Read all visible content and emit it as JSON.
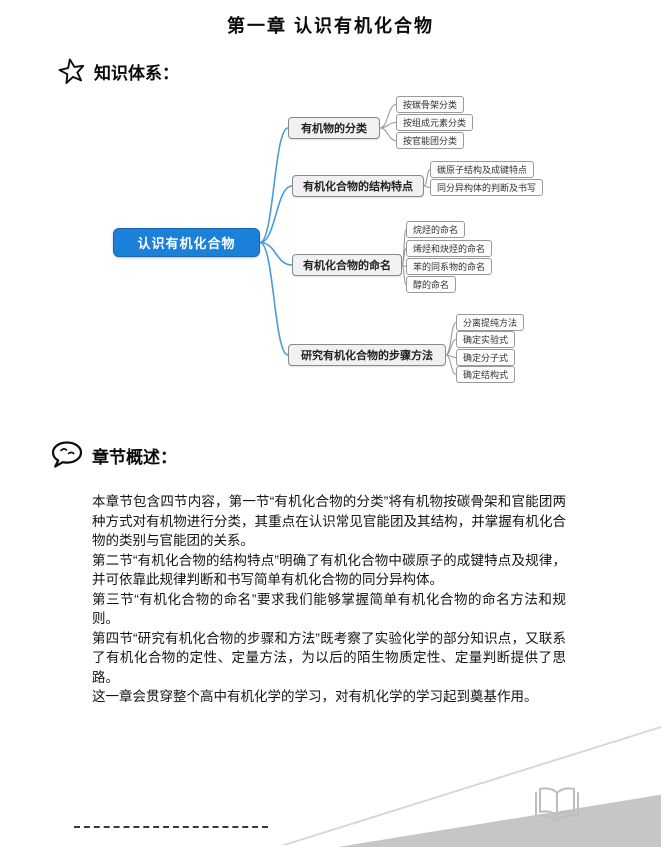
{
  "page": {
    "title": "第一章 认识有机化合物"
  },
  "knowledge_section": {
    "heading": "知识体系："
  },
  "mindmap": {
    "root": "认识有机化合物",
    "branches": [
      {
        "label": "有机物的分类",
        "children": [
          "按碳骨架分类",
          "按组成元素分类",
          "按官能团分类"
        ]
      },
      {
        "label": "有机化合物的结构特点",
        "children": [
          "碳原子结构及成键特点",
          "同分异构体的判断及书写"
        ]
      },
      {
        "label": "有机化合物的命名",
        "children": [
          "烷烃的命名",
          "烯烃和炔烃的命名",
          "苯的同系物的命名",
          "醇的命名"
        ]
      },
      {
        "label": "研究有机化合物的步骤方法",
        "children": [
          "分离提纯方法",
          "确定实验式",
          "确定分子式",
          "确定结构式"
        ]
      }
    ]
  },
  "overview_section": {
    "heading": "章节概述：",
    "paragraphs": [
      "本章节包含四节内容，第一节“有机化合物的分类”将有机物按碳骨架和官能团两种方式对有机物进行分类，其重点在认识常见官能团及其结构，并掌握有机化合物的类别与官能团的关系。",
      "第二节“有机化合物的结构特点”明确了有机化合物中碳原子的成键特点及规律，并可依靠此规律判断和书写简单有机化合物的同分异构体。",
      "第三节“有机化合物的命名”要求我们能够掌握简单有机化合物的命名方法和规则。",
      "第四节“研究有机化合物的步骤和方法”既考察了实验化学的部分知识点，又联系了有机化合物的定性、定量方法，为以后的陌生物质定性、定量判断提供了思路。",
      "这一章会贯穿整个高中有机化学的学习，对有机化学的学习起到奠基作用。"
    ]
  },
  "icons": {
    "knowledge": "star-icon",
    "overview": "speech-bubble-icon",
    "footer": "open-book-icon"
  },
  "colors": {
    "root_node_bg": "#1b80d8",
    "root_node_text": "#ffffff",
    "connector_blue": "#4a9bdc",
    "connector_gray": "#9a9a9a",
    "branch_node_bg": "#f1f1f1",
    "leaf_node_bg": "#fdfdfd",
    "corner_shade": "#c6c6c6"
  }
}
